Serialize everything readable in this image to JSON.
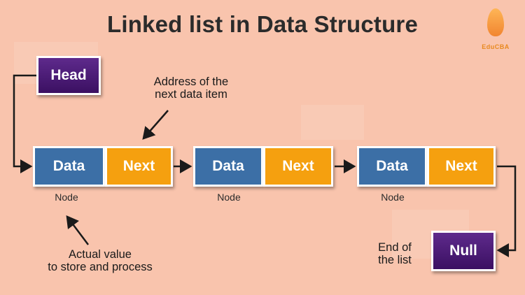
{
  "title": "Linked list in Data Structure",
  "logo": {
    "name": "logo-flame-icon",
    "text": "EduCBA"
  },
  "head": {
    "label": "Head"
  },
  "nodes": [
    {
      "data_label": "Data",
      "next_label": "Next",
      "caption": "Node"
    },
    {
      "data_label": "Data",
      "next_label": "Next",
      "caption": "Node"
    },
    {
      "data_label": "Data",
      "next_label": "Next",
      "caption": "Node"
    }
  ],
  "null_box": {
    "label": "Null"
  },
  "annotations": {
    "address": [
      "Address of the",
      "next data item"
    ],
    "actual_value": [
      "Actual value",
      "to store and process"
    ],
    "end_of_list": [
      "End of",
      "the list"
    ]
  },
  "colors": {
    "background": "#f9c4ad",
    "data_box": "#3c6fa6",
    "next_box": "#f5a00f",
    "purple_box": "#4a1a74",
    "arrow": "#1a1a1a"
  }
}
